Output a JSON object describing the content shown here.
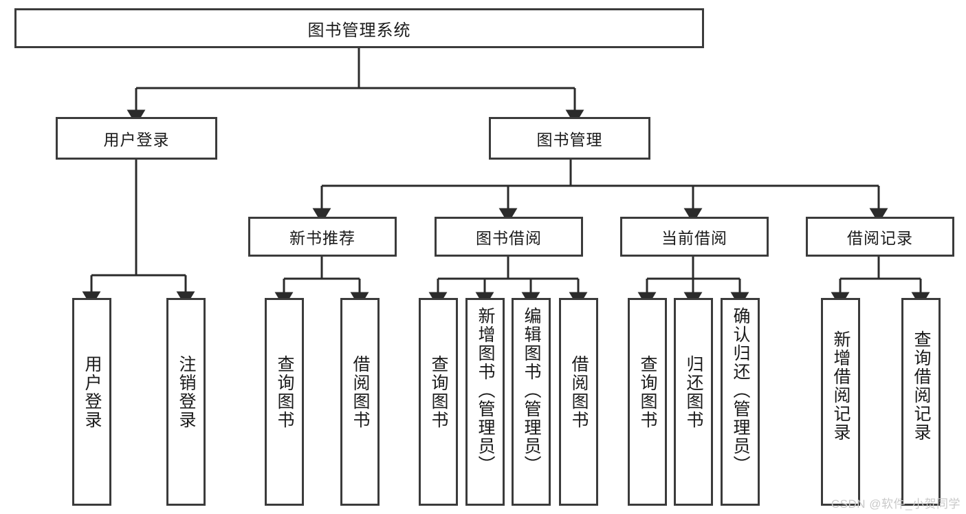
{
  "diagram": {
    "title": "图书管理系统",
    "watermark": "CSDN @软件_小贺同学",
    "style": {
      "box_border_color": "#3b3b3b",
      "box_fill": "#ffffff",
      "connector_color": "#2b2b2b",
      "text_color": "#1a1a1a",
      "background": "#ffffff"
    },
    "root": {
      "label": "图书管理系统"
    },
    "level2": [
      {
        "label": "用户登录"
      },
      {
        "label": "图书管理"
      }
    ],
    "level3": [
      {
        "label": "新书推荐"
      },
      {
        "label": "图书借阅"
      },
      {
        "label": "当前借阅"
      },
      {
        "label": "借阅记录"
      }
    ],
    "leaves": {
      "user_login": [
        {
          "label": "用户登录"
        },
        {
          "label": "注销登录"
        }
      ],
      "new_book_recommend": [
        {
          "label": "查询图书"
        },
        {
          "label": "借阅图书"
        }
      ],
      "book_borrow": [
        {
          "label": "查询图书"
        },
        {
          "label": "新增图书（管理员）"
        },
        {
          "label": "编辑图书（管理员）"
        },
        {
          "label": "借阅图书"
        }
      ],
      "current_borrow": [
        {
          "label": "查询图书"
        },
        {
          "label": "归还图书"
        },
        {
          "label": "确认归还（管理员）"
        }
      ],
      "borrow_record": [
        {
          "label": "新增借阅记录"
        },
        {
          "label": "查询借阅记录"
        }
      ]
    }
  }
}
